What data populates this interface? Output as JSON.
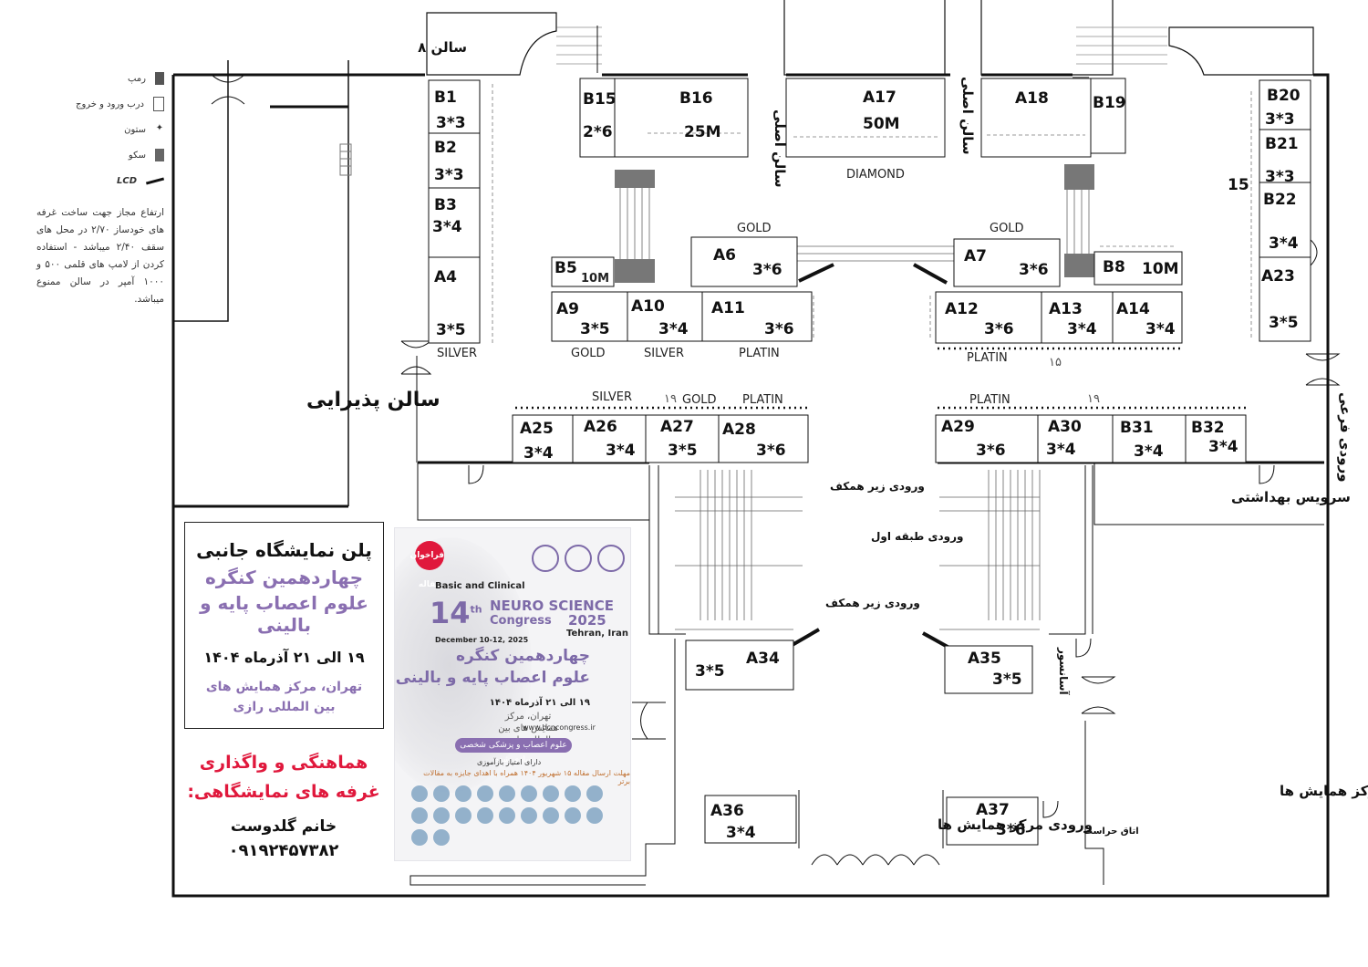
{
  "legend": {
    "items": [
      {
        "label": "رمپ",
        "icon": "ramp-icon"
      },
      {
        "label": "درب ورود و خروج",
        "icon": "door-icon"
      },
      {
        "label": "ستون",
        "icon": "column-icon"
      },
      {
        "label": "سکو",
        "icon": "platform-icon"
      },
      {
        "label": "LCD",
        "icon": "lcd-icon"
      }
    ],
    "note": "ارتفاع مجاز جهت ساخت غرفه های خودساز ۲/۷۰ در محل های سقف ۲/۴۰ میباشد - استفاده کردن از لامپ های قلمی ۵۰۰ و ۱۰۰۰ آمپر در سالن ممنوع میباشد."
  },
  "rooms": {
    "salon8": "سالن ۸",
    "main_left": "سالن اصلی",
    "main_right": "سالن اصلی",
    "reception": "سالن پذیرایی",
    "side_entrance": "ورودی فرعی",
    "restroom": "سرویس بهداشتی",
    "basement_entry_1": "ورودی زیر همکف",
    "first_floor_entry": "ورودی طبقه اول",
    "basement_entry_2": "ورودی زیر همکف",
    "elevator": "آسانسور",
    "management": "مدیریت مرکز همایش ها",
    "main_entrance": "ورودی مرکز همایش ها",
    "guard_room": "اتاق حراست"
  },
  "tiers": {
    "gold": "GOLD",
    "silver": "SILVER",
    "platin": "PLATIN",
    "diamond": "DIAMOND"
  },
  "numbers": {
    "n15": "15",
    "n19a": "۱۹",
    "n19b": "۱۹",
    "n15b": "۱۵"
  },
  "booths": {
    "B1": {
      "id": "B1",
      "size": "3*3"
    },
    "B2": {
      "id": "B2",
      "size": "3*3"
    },
    "B3": {
      "id": "B3",
      "size": "3*4"
    },
    "A4": {
      "id": "A4",
      "size": "3*5"
    },
    "B15": {
      "id": "B15",
      "size": "2*6"
    },
    "B16": {
      "id": "B16",
      "size": "25M"
    },
    "A17": {
      "id": "A17",
      "size": "50M"
    },
    "A18": {
      "id": "A18",
      "size": ""
    },
    "B19": {
      "id": "B19",
      "size": ""
    },
    "B20": {
      "id": "B20",
      "size": "3*3"
    },
    "B21": {
      "id": "B21",
      "size": "3*3"
    },
    "B22": {
      "id": "B22",
      "size": "3*4"
    },
    "A23": {
      "id": "A23",
      "size": "3*5"
    },
    "B5": {
      "id": "B5",
      "size": "10M"
    },
    "A6": {
      "id": "A6",
      "size": "3*6"
    },
    "A7": {
      "id": "A7",
      "size": "3*6"
    },
    "B8": {
      "id": "B8",
      "size": "10M"
    },
    "A9": {
      "id": "A9",
      "size": "3*5"
    },
    "A10": {
      "id": "A10",
      "size": "3*4"
    },
    "A11": {
      "id": "A11",
      "size": "3*6"
    },
    "A12": {
      "id": "A12",
      "size": "3*6"
    },
    "A13": {
      "id": "A13",
      "size": "3*4"
    },
    "A14": {
      "id": "A14",
      "size": "3*4"
    },
    "A25": {
      "id": "A25",
      "size": "3*4"
    },
    "A26": {
      "id": "A26",
      "size": "3*4"
    },
    "A27": {
      "id": "A27",
      "size": "3*5"
    },
    "A28": {
      "id": "A28",
      "size": "3*6"
    },
    "A29": {
      "id": "A29",
      "size": "3*6"
    },
    "A30": {
      "id": "A30",
      "size": "3*4"
    },
    "B31": {
      "id": "B31",
      "size": "3*4"
    },
    "B32": {
      "id": "B32",
      "size": "3*4"
    },
    "A34": {
      "id": "A34",
      "size": "3*5"
    },
    "A35": {
      "id": "A35",
      "size": "3*5"
    },
    "A36": {
      "id": "A36",
      "size": "3*4"
    },
    "A37": {
      "id": "A37",
      "size": "3*6"
    }
  },
  "info": {
    "title": "پلن نمایشگاه جانبی",
    "congress_line1": "چهاردهمین کنگره",
    "congress_line2": "علوم اعصاب پایه و بالینی",
    "dates": "۱۹ الی ۲۱ آذرماه ۱۴۰۴",
    "venue_line1": "تهران، مرکز همایش های",
    "venue_line2": "بین المللی رازی"
  },
  "contact": {
    "heading_line1": "هماهنگی و واگذاری",
    "heading_line2": "غرفه های نمایشگاهی:",
    "name": "خانم گلدوست",
    "phone": "۰۹۱۹۲۴۵۷۳۸۲"
  },
  "poster": {
    "badge": "فراخوان مقاله",
    "subtitle": "Basic and Clinical",
    "number": "14",
    "suffix": "th",
    "neuro": "NEURO SCIENCE",
    "congress": "Congress",
    "year": "2025",
    "city": "Tehran, Iran",
    "dates_en": "December 10-12, 2025",
    "fa_title1": "چهاردهمین کنگره",
    "fa_title2": "علوم اعصاب پایه و بالینی",
    "fa_dates": "۱۹ الی ۲۱ آذرماه ۱۴۰۴",
    "fa_venue": "تهران، مرکز همایش های بین المللی رازی",
    "url": "www.bcncongress.ir",
    "pill": "علوم اعصاب و پزشکی شخصی سازی شده",
    "line1": "دارای امتیاز بازآموزی",
    "line2": "مهلت ارسال مقاله ۱۵ شهریور ۱۴۰۴ همراه با اهدای جایزه به مقالات برتر"
  }
}
